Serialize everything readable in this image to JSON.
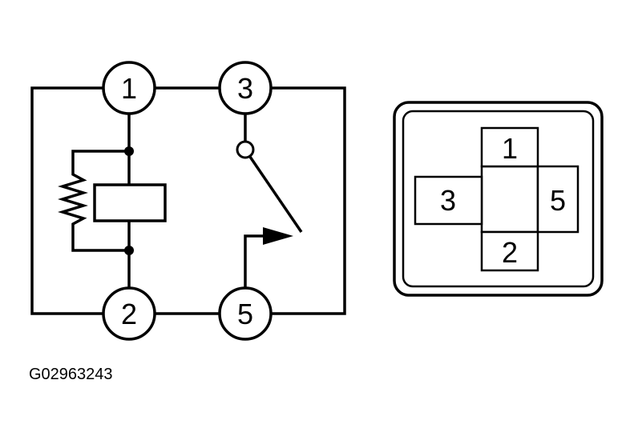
{
  "schematic": {
    "pins": {
      "pin1": "1",
      "pin2": "2",
      "pin3": "3",
      "pin5": "5"
    }
  },
  "connector": {
    "cells": {
      "top": "1",
      "left": "3",
      "right": "5",
      "bottom": "2"
    }
  },
  "figure_id": "G02963243",
  "colors": {
    "line": "#000000",
    "background": "#ffffff"
  }
}
